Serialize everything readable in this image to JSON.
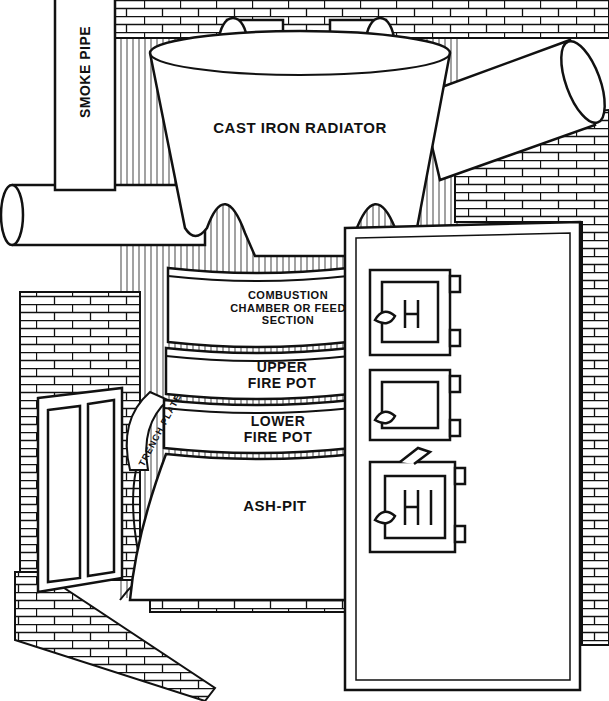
{
  "diagram": {
    "nodes": [
      {
        "text": [
          "SMOKE PIPE"
        ]
      },
      {
        "text": [
          "CAST IRON RADIATOR"
        ]
      },
      {
        "text": [
          "COMBUSTION CHAMBER OR FEED SECTION"
        ]
      },
      {
        "text": [
          "UPPER FIRE POT"
        ]
      },
      {
        "text": [
          "LOWER FIRE POT"
        ]
      },
      {
        "text": [
          "ASH-PIT"
        ]
      }
    ],
    "labels": [
      "TRENCH PLATE"
    ]
  }
}
